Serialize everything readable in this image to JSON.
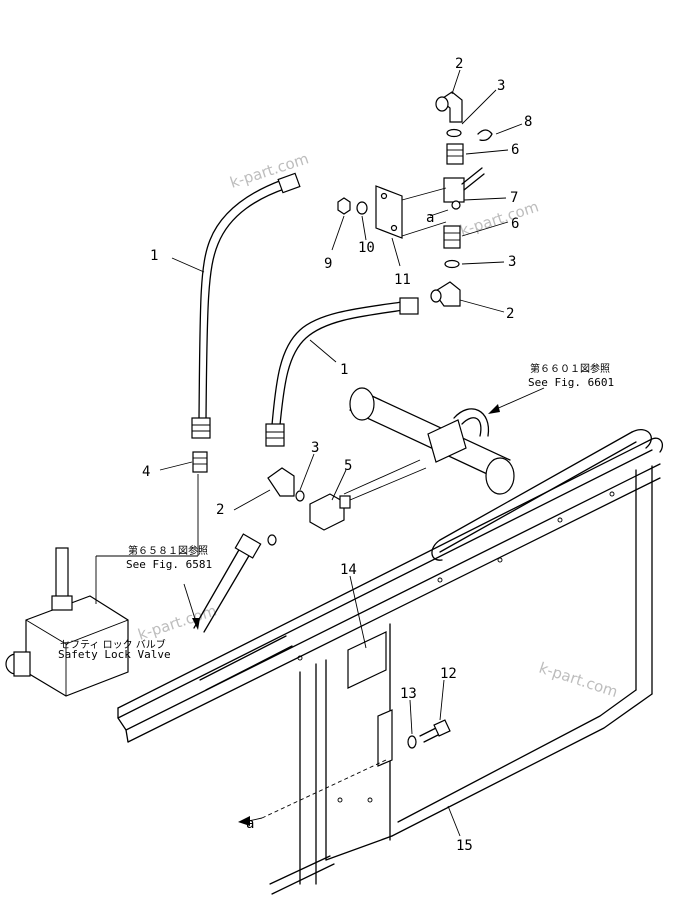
{
  "callouts": {
    "c1a": "1",
    "c1b": "1",
    "c2a": "2",
    "c2b": "2",
    "c2c": "2",
    "c3a": "3",
    "c3b": "3",
    "c3c": "3",
    "c4": "4",
    "c5": "5",
    "c6a": "6",
    "c6b": "6",
    "c7": "7",
    "c8": "8",
    "c9": "9",
    "c10": "10",
    "c11": "11",
    "c12": "12",
    "c13": "13",
    "c14": "14",
    "c15": "15",
    "a_top": "a",
    "a_bottom": "a"
  },
  "refs": {
    "fig6601_jp": "第６６０１図参照",
    "fig6601_en": "See Fig. 6601",
    "fig6581_jp": "第６５８１図参照",
    "fig6581_en": "See Fig. 6581",
    "valve_jp": "セフティ ロック バルブ",
    "valve_en": "Safety Lock Valve"
  },
  "watermark": "k-part.com"
}
